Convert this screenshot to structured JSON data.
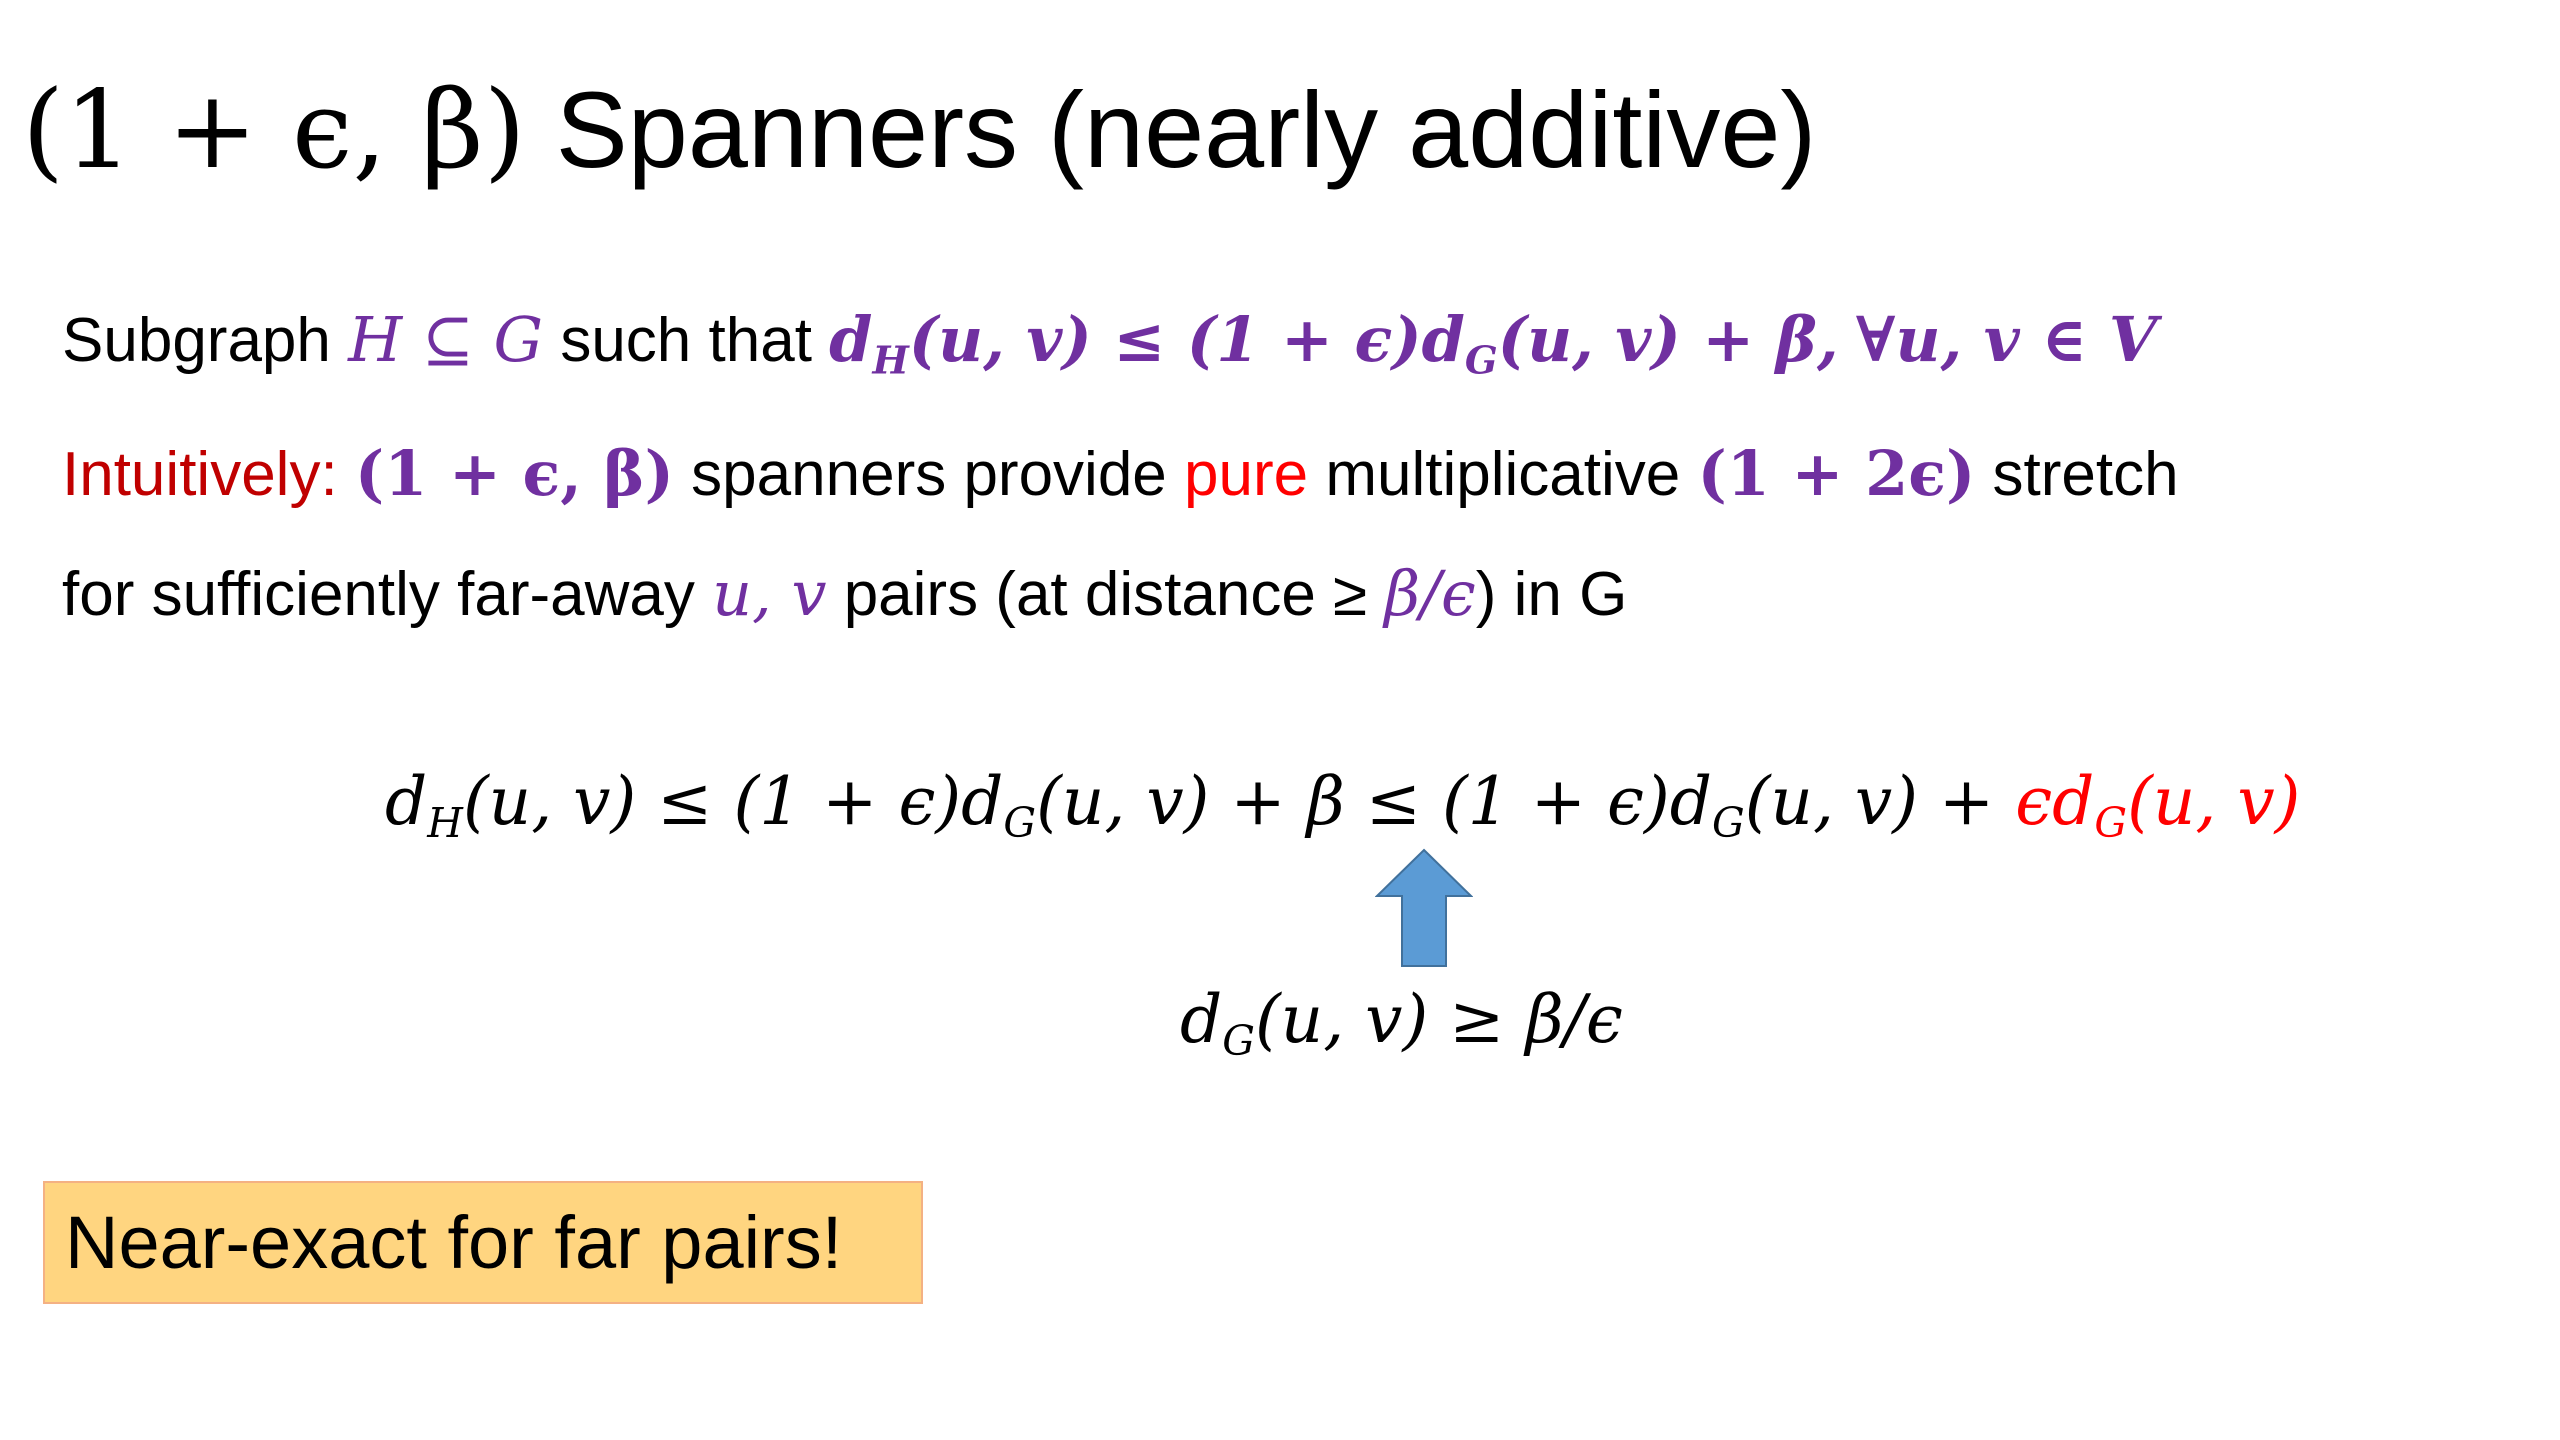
{
  "title": {
    "math": "(1 + ϵ, β)",
    "text": " Spanners (nearly additive)"
  },
  "line1": {
    "prefix": "Subgraph ",
    "subset": "H ⊆ G",
    "mid": " such that ",
    "ineq_a": "d",
    "ineq_a_sub": "H",
    "ineq_b": "(u, v) ≤ (1 + ϵ)d",
    "ineq_b_sub": "G",
    "ineq_c": "(u, v) + β,",
    "forall": "∀u, v ∈ V"
  },
  "line2": {
    "label": "Intuitively:",
    "params": "(1 + ϵ, β)",
    "t1": " spanners provide ",
    "pure": "pure",
    "t2": " multiplicative ",
    "stretch_val": "(1 + 2ϵ)",
    "t3": " stretch"
  },
  "line3": {
    "t1": "for sufficiently far-away ",
    "pair": "u, v",
    "t2": " pairs (at distance ≥ ",
    "ratio": "β/ϵ",
    "t3": ")  in G"
  },
  "equation": {
    "p1": "d",
    "p1_sub": "H",
    "p2": "(u, v) ≤ (1 + ϵ)d",
    "p2_sub": "G",
    "p3": "(u, v) + β ≤ (1 + ϵ)d",
    "p3_sub": "G",
    "p4": "(u, v) + ",
    "red1": "ϵd",
    "red_sub": "G",
    "red2": "(u, v)"
  },
  "condition": {
    "p1": "d",
    "p1_sub": "G",
    "p2": "(u, v) ≥ β/ϵ"
  },
  "callout": {
    "text": "Near-exact for far pairs!"
  },
  "colors": {
    "purple": "#7030a0",
    "red": "#ff0000",
    "dark_red": "#c00000",
    "arrow_blue": "#5b9bd5",
    "callout_fill": "#ffd580",
    "callout_border": "#f4b183"
  },
  "icons": {
    "arrow": "up-arrow-icon"
  }
}
